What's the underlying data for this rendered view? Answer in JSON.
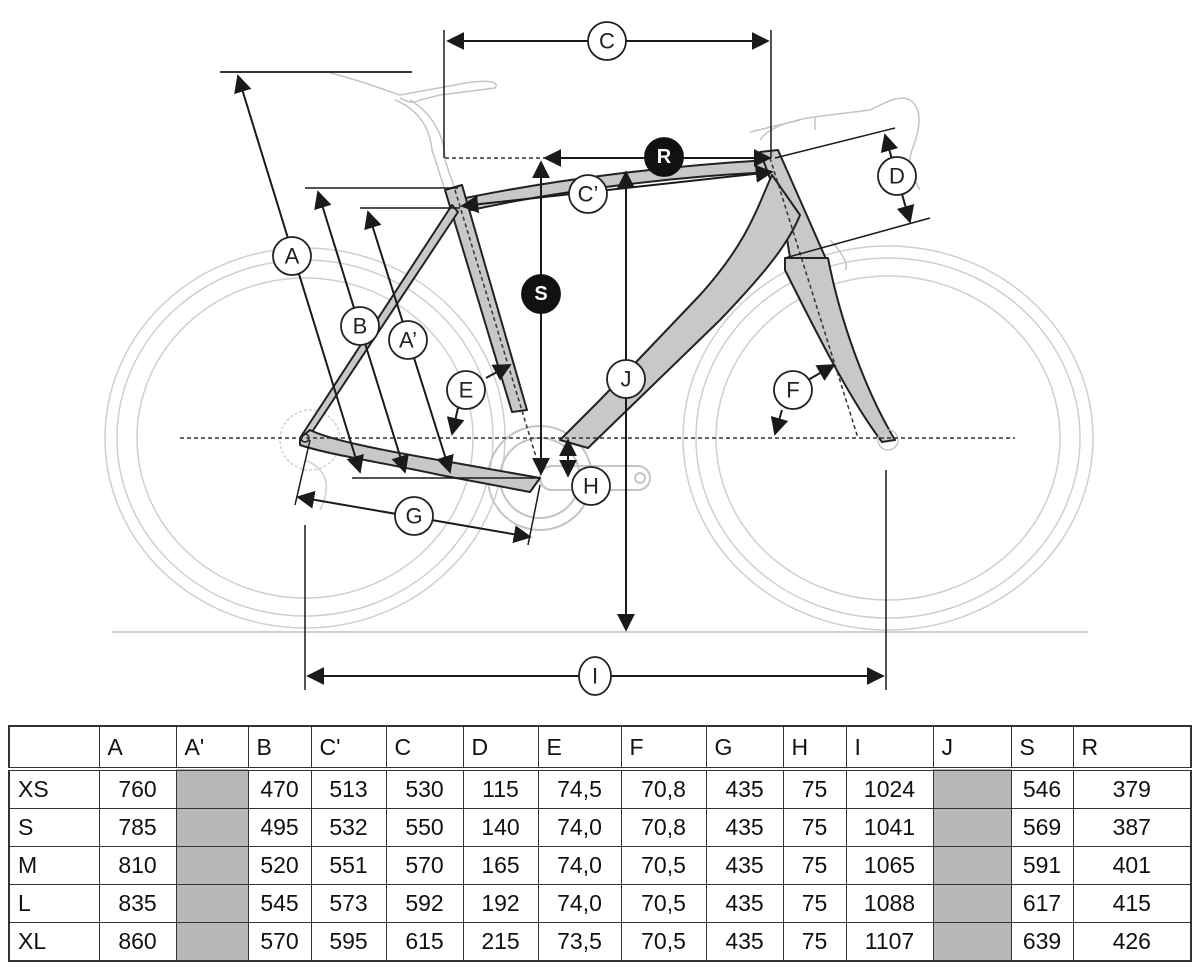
{
  "diagram": {
    "title": "Bicycle frame geometry diagram",
    "labels": {
      "A": "A",
      "A_prime": "A’",
      "B": "B",
      "C": "C",
      "C_prime": "C’",
      "D": "D",
      "E": "E",
      "F": "F",
      "G": "G",
      "H": "H",
      "I": "I",
      "J": "J",
      "S": "S",
      "R": "R"
    }
  },
  "table": {
    "columns": [
      "",
      "A",
      "A'",
      "B",
      "C'",
      "C",
      "D",
      "E",
      "F",
      "G",
      "H",
      "I",
      "J",
      "S",
      "R"
    ],
    "rows": [
      {
        "size": "XS",
        "A": "760",
        "A_prime": "",
        "B": "470",
        "C_prime": "513",
        "C": "530",
        "D": "115",
        "E": "74,5",
        "F": "70,8",
        "G": "435",
        "H": "75",
        "I": "1024",
        "J": "",
        "S": "546",
        "R": "379"
      },
      {
        "size": "S",
        "A": "785",
        "A_prime": "",
        "B": "495",
        "C_prime": "532",
        "C": "550",
        "D": "140",
        "E": "74,0",
        "F": "70,8",
        "G": "435",
        "H": "75",
        "I": "1041",
        "J": "",
        "S": "569",
        "R": "387"
      },
      {
        "size": "M",
        "A": "810",
        "A_prime": "",
        "B": "520",
        "C_prime": "551",
        "C": "570",
        "D": "165",
        "E": "74,0",
        "F": "70,5",
        "G": "435",
        "H": "75",
        "I": "1065",
        "J": "",
        "S": "591",
        "R": "401"
      },
      {
        "size": "L",
        "A": "835",
        "A_prime": "",
        "B": "545",
        "C_prime": "573",
        "C": "592",
        "D": "192",
        "E": "74,0",
        "F": "70,5",
        "G": "435",
        "H": "75",
        "I": "1088",
        "J": "",
        "S": "617",
        "R": "415"
      },
      {
        "size": "XL",
        "A": "860",
        "A_prime": "",
        "B": "570",
        "C_prime": "595",
        "C": "615",
        "D": "215",
        "E": "73,5",
        "F": "70,5",
        "G": "435",
        "H": "75",
        "I": "1107",
        "J": "",
        "S": "639",
        "R": "426"
      }
    ],
    "colors": {
      "unavailable_cell": "#b8b8b8",
      "frame_fill": "#c8c8c8",
      "line": "#222222",
      "ghost": "#c4c4c4"
    }
  }
}
